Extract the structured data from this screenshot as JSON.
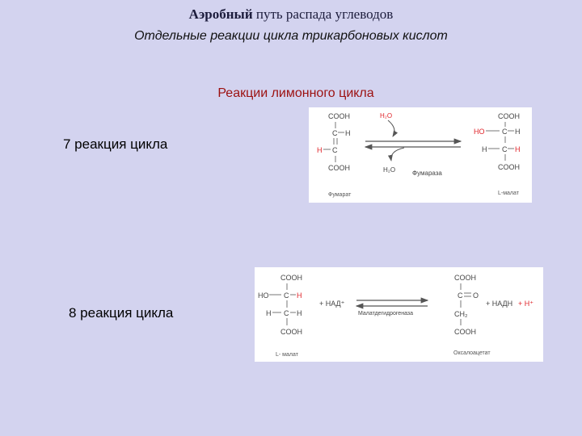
{
  "header": {
    "title_bold": "Аэробный",
    "title_rest": " путь распада углеводов",
    "subtitle": "Отдельные реакции цикла трикарбоновых кислот"
  },
  "section_title": "Реакции лимонного цикла",
  "reaction7": {
    "label": "7 реакция цикла",
    "cooh": "COOH",
    "h": "H",
    "c": "C",
    "ho": "HO",
    "water_in": "H₂O",
    "water_out": "H₂O",
    "enzyme": "Фумараза",
    "substrate_name": "Фумарат",
    "product_name": "L-малат"
  },
  "reaction8": {
    "label": "8 реакция цикла",
    "cooh": "COOH",
    "h": "H",
    "c": "C",
    "ho": "HO",
    "o": "O",
    "ch2": "CH₂",
    "nad_left": "+ НАД⁺",
    "enzyme": "Малатдегидрогеназа",
    "nadh_prefix": "+ НАДН",
    "proton": "+ H⁺",
    "substrate_name": "L- малат",
    "product_name": "Оксалоацетат"
  },
  "colors": {
    "accent_red": "#e0242a",
    "text": "#444444",
    "section": "#9c1010"
  }
}
